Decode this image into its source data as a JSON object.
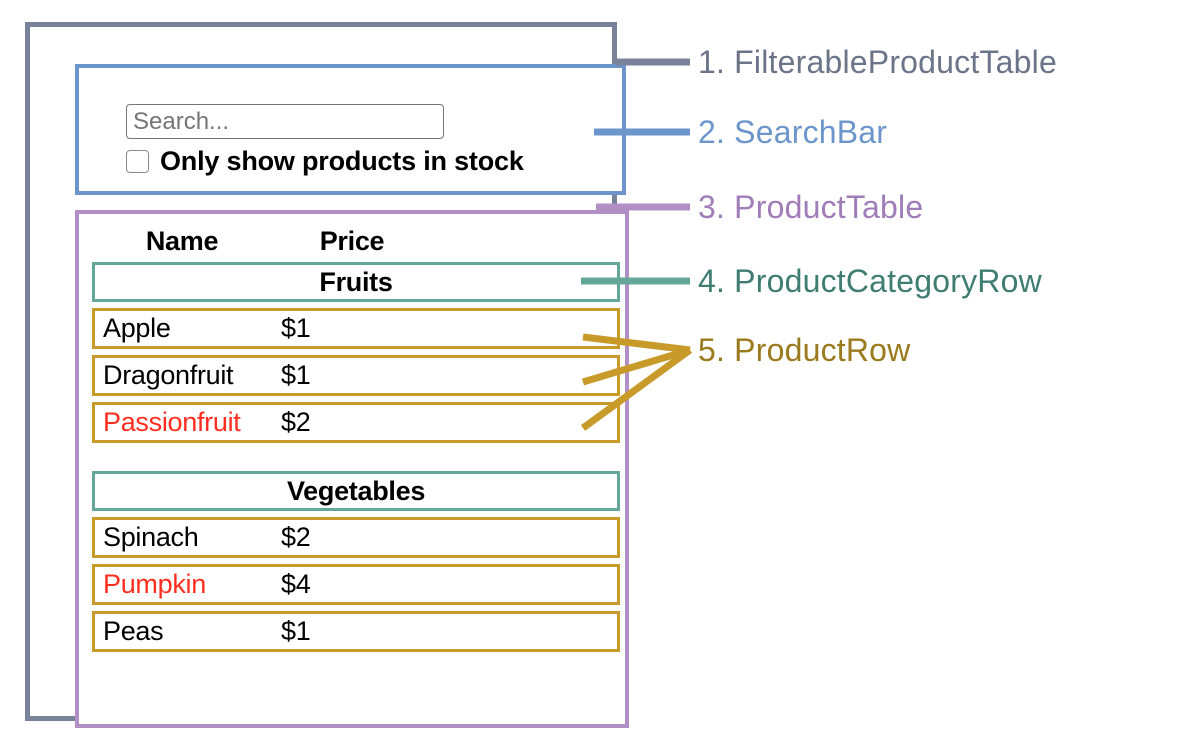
{
  "diagram": {
    "title": "FilterableProductTable component diagram",
    "colors": {
      "filterable_product_table": "#78839b",
      "search_bar": "#6b95cb",
      "product_table": "#b18ec4",
      "product_category_row": "#64a698",
      "product_row": "#c79a2a",
      "out_of_stock_text": "#ff2e20"
    }
  },
  "search_bar": {
    "search_placeholder": "Search...",
    "search_value": "",
    "checkbox_label": "Only show products in stock",
    "checkbox_checked": false
  },
  "product_table": {
    "columns": [
      "Name",
      "Price"
    ],
    "groups": [
      {
        "category": "Fruits",
        "rows": [
          {
            "name": "Apple",
            "price": "$1",
            "in_stock": true
          },
          {
            "name": "Dragonfruit",
            "price": "$1",
            "in_stock": true
          },
          {
            "name": "Passionfruit",
            "price": "$2",
            "in_stock": false
          }
        ]
      },
      {
        "category": "Vegetables",
        "rows": [
          {
            "name": "Spinach",
            "price": "$2",
            "in_stock": true
          },
          {
            "name": "Pumpkin",
            "price": "$4",
            "in_stock": false
          },
          {
            "name": "Peas",
            "price": "$1",
            "in_stock": true
          }
        ]
      }
    ]
  },
  "legend": [
    {
      "number": "1.",
      "label": "FilterableProductTable",
      "text": "1. FilterableProductTable",
      "color": "#6b7488"
    },
    {
      "number": "2.",
      "label": "SearchBar",
      "text": "2. SearchBar",
      "color": "#6b95cb"
    },
    {
      "number": "3.",
      "label": "ProductTable",
      "text": "3. ProductTable",
      "color": "#a07cb8"
    },
    {
      "number": "4.",
      "label": "ProductCategoryRow",
      "text": "4. ProductCategoryRow",
      "color": "#3f7d72"
    },
    {
      "number": "5.",
      "label": "ProductRow",
      "text": "5. ProductRow",
      "color": "#9a7a1c"
    }
  ]
}
